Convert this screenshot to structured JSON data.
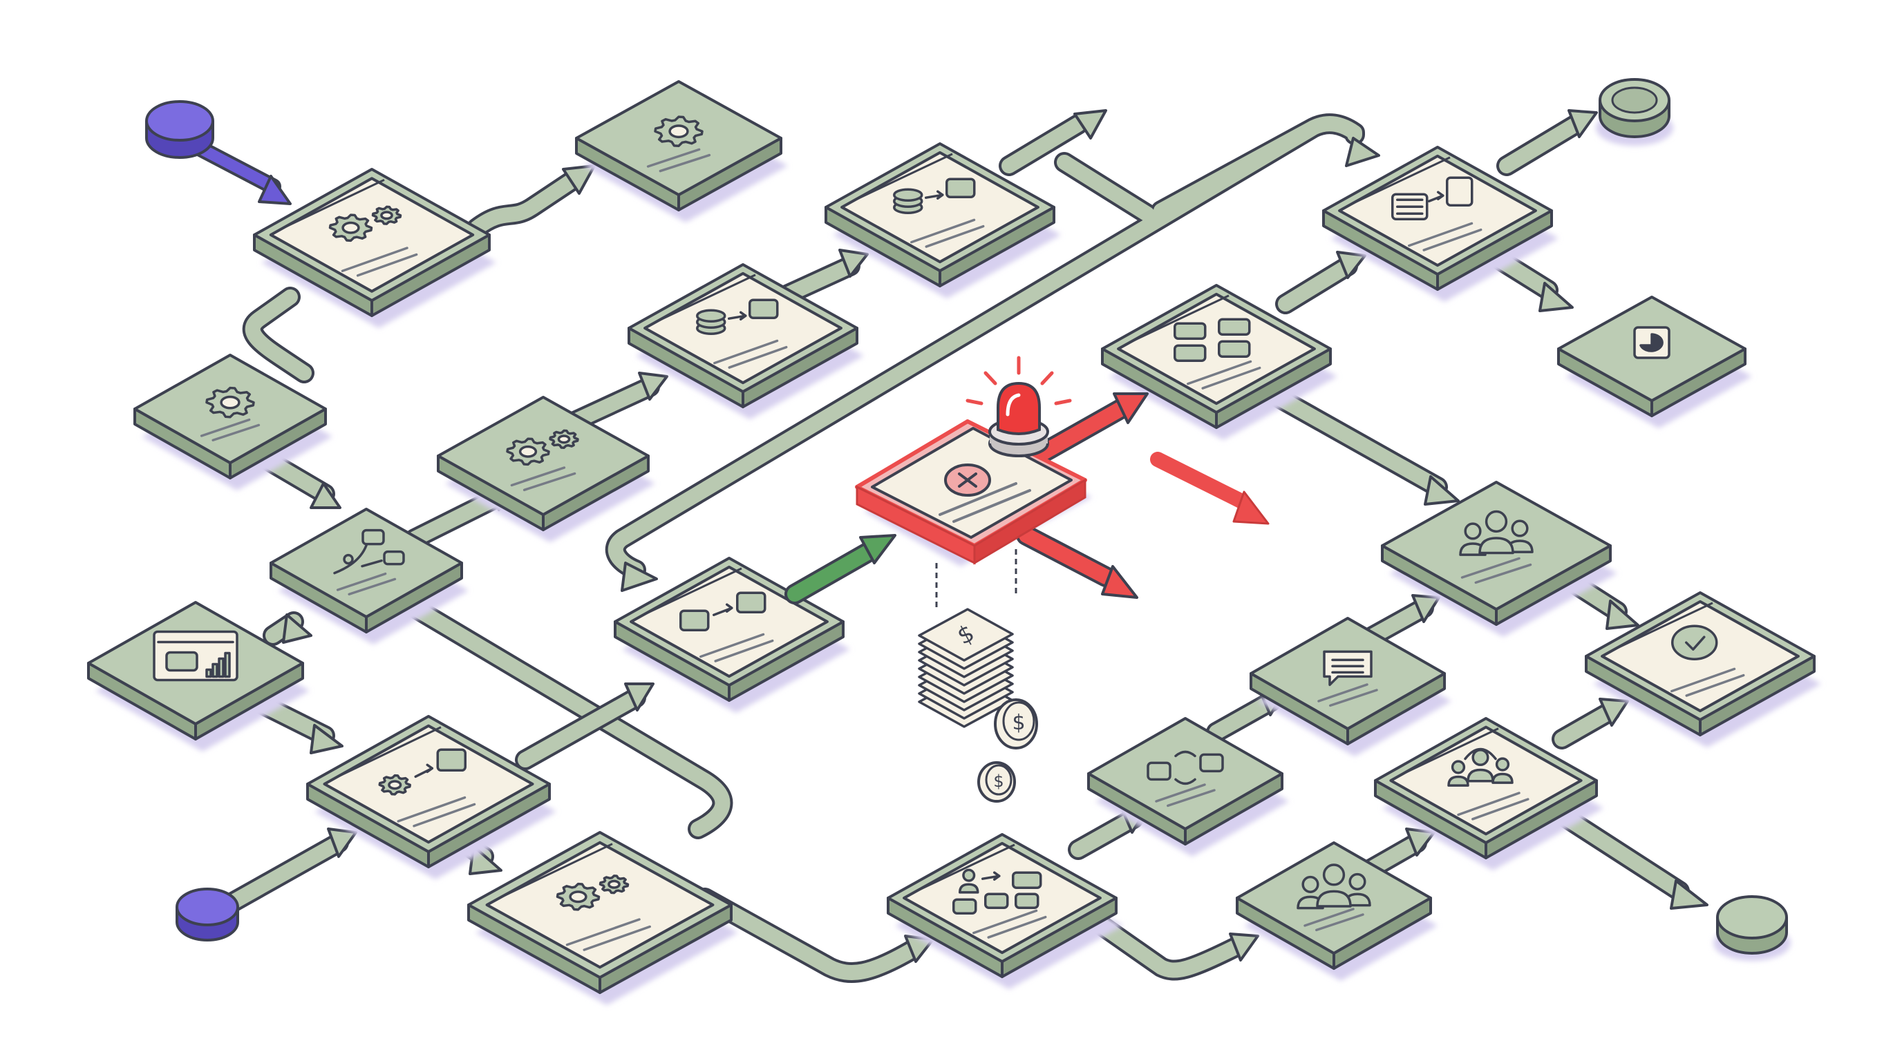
{
  "diagram": {
    "palette": {
      "outline": "#3d4150",
      "node_fill": "#a9bba1",
      "node_top": "#bcccb4",
      "card_fill": "#f6f1e4",
      "shadow": "#d7d0ef",
      "arrow": "#b9c9b1",
      "start": "#6b5bd6",
      "error": "#ec4d4d",
      "success": "#5aa25e",
      "text_line": "#767b86"
    },
    "markers": [
      {
        "name": "start-marker-top",
        "kind": "start"
      },
      {
        "name": "start-marker-bottom",
        "kind": "start"
      },
      {
        "name": "end-marker-top-right",
        "kind": "end"
      },
      {
        "name": "end-marker-bottom-right",
        "kind": "end"
      }
    ],
    "nodes": [
      {
        "name": "process-node-settings-1",
        "icon": "gears-icon",
        "kind": "card"
      },
      {
        "name": "process-node-settings-top",
        "icon": "gear-icon",
        "kind": "tile"
      },
      {
        "name": "process-node-settings-2",
        "icon": "gear-icon",
        "kind": "tile"
      },
      {
        "name": "process-node-branch",
        "icon": "branch-icon",
        "kind": "tile"
      },
      {
        "name": "process-node-dashboard",
        "icon": "dashboard-icon",
        "kind": "tile"
      },
      {
        "name": "process-node-module",
        "icon": "module-transfer-icon",
        "kind": "card"
      },
      {
        "name": "process-node-gears-bottom",
        "icon": "gears-icon",
        "kind": "card"
      },
      {
        "name": "process-node-config",
        "icon": "gears-icon",
        "kind": "tile"
      },
      {
        "name": "process-node-db-transfer-1",
        "icon": "database-transfer-icon",
        "kind": "card"
      },
      {
        "name": "process-node-db-transfer-2",
        "icon": "database-transfer-icon",
        "kind": "card"
      },
      {
        "name": "process-node-transfer",
        "icon": "transfer-icon",
        "kind": "card"
      },
      {
        "name": "error-node",
        "icon": "error-icon",
        "kind": "alert"
      },
      {
        "name": "process-node-document",
        "icon": "document-transfer-icon",
        "kind": "card"
      },
      {
        "name": "process-node-report",
        "icon": "report-icon",
        "kind": "tile"
      },
      {
        "name": "process-node-workflow",
        "icon": "workflow-icon",
        "kind": "card"
      },
      {
        "name": "process-node-team",
        "icon": "team-icon",
        "kind": "tile"
      },
      {
        "name": "process-node-approved",
        "icon": "check-icon",
        "kind": "card"
      },
      {
        "name": "process-node-message",
        "icon": "message-icon",
        "kind": "tile"
      },
      {
        "name": "process-node-sync",
        "icon": "sync-icon",
        "kind": "tile"
      },
      {
        "name": "process-node-support",
        "icon": "support-team-icon",
        "kind": "card"
      },
      {
        "name": "process-node-group",
        "icon": "team-icon",
        "kind": "tile"
      },
      {
        "name": "process-node-flowchart",
        "icon": "flowchart-icon",
        "kind": "card"
      }
    ],
    "alert": {
      "icon": "siren-icon",
      "state": "error"
    },
    "cost": {
      "icons": [
        "money-stack-icon",
        "coin-icon",
        "coin-icon"
      ],
      "symbol": "$"
    }
  }
}
